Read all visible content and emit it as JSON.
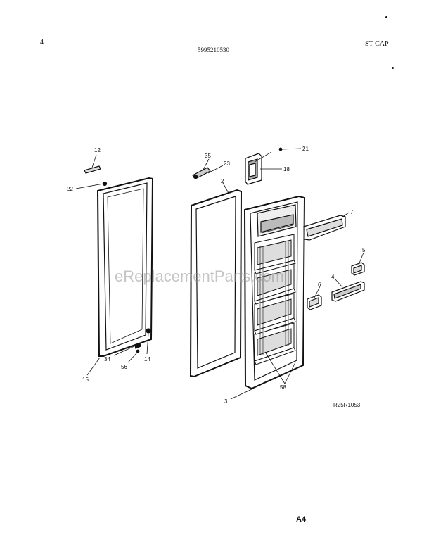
{
  "header": {
    "page_number": "4",
    "part_number": "5995210530",
    "model_code": "ST-CAP"
  },
  "callouts": {
    "c12": "12",
    "c22": "22",
    "c35": "35",
    "c23": "23",
    "c21": "21",
    "c18": "18",
    "c2": "2",
    "c7": "7",
    "c5": "5",
    "c4": "4",
    "c6": "6",
    "c14": "14",
    "c34": "34",
    "c56": "56",
    "c15": "15",
    "c3": "3",
    "c58": "58"
  },
  "footer": {
    "reference_code": "R25R1053",
    "page_id": "A4"
  },
  "watermark": "eReplacementParts.com"
}
